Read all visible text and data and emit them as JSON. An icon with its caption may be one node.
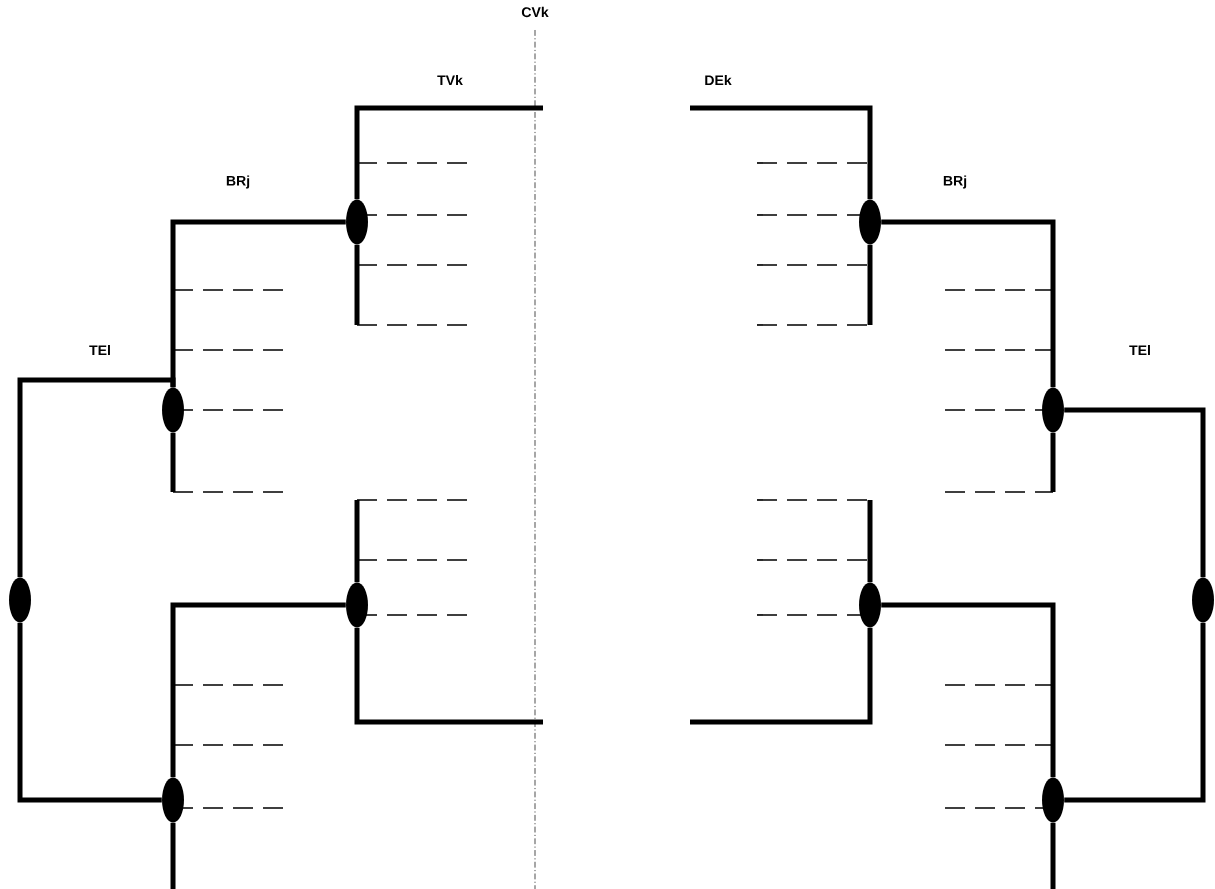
{
  "diagram": {
    "nodes": [
      {
        "text": [],
        "shape": "ellipse"
      },
      {
        "text": [],
        "shape": "ellipse"
      },
      {
        "text": [],
        "shape": "ellipse"
      },
      {
        "text": [],
        "shape": "ellipse"
      },
      {
        "text": [],
        "shape": "ellipse"
      },
      {
        "text": [],
        "shape": "ellipse"
      },
      {
        "text": [],
        "shape": "ellipse"
      },
      {
        "text": [],
        "shape": "ellipse"
      },
      {
        "text": [],
        "shape": "ellipse"
      },
      {
        "text": [],
        "shape": "ellipse"
      }
    ],
    "edges": [
      {
        "from": 0,
        "to": null,
        "arrow": "none",
        "label": "TVk"
      },
      {
        "from": 1,
        "to": null,
        "arrow": "none",
        "label": "DEk"
      },
      {
        "from": 2,
        "to": 0,
        "arrow": "none",
        "label": "BRj"
      },
      {
        "from": 1,
        "to": 3,
        "arrow": "none",
        "label": "BRj"
      },
      {
        "from": 4,
        "to": 2,
        "arrow": "none",
        "label": "TEl"
      },
      {
        "from": 3,
        "to": 5,
        "arrow": "none",
        "label": "TEl"
      },
      {
        "from": 4,
        "to": 8,
        "arrow": "none"
      },
      {
        "from": 5,
        "to": 9,
        "arrow": "none"
      },
      {
        "from": 8,
        "to": 6,
        "arrow": "none"
      },
      {
        "from": 9,
        "to": 7,
        "arrow": "none"
      },
      {
        "from": 6,
        "to": null,
        "arrow": "none"
      },
      {
        "from": 7,
        "to": null,
        "arrow": "none"
      }
    ],
    "labels": [
      "CVk"
    ]
  }
}
